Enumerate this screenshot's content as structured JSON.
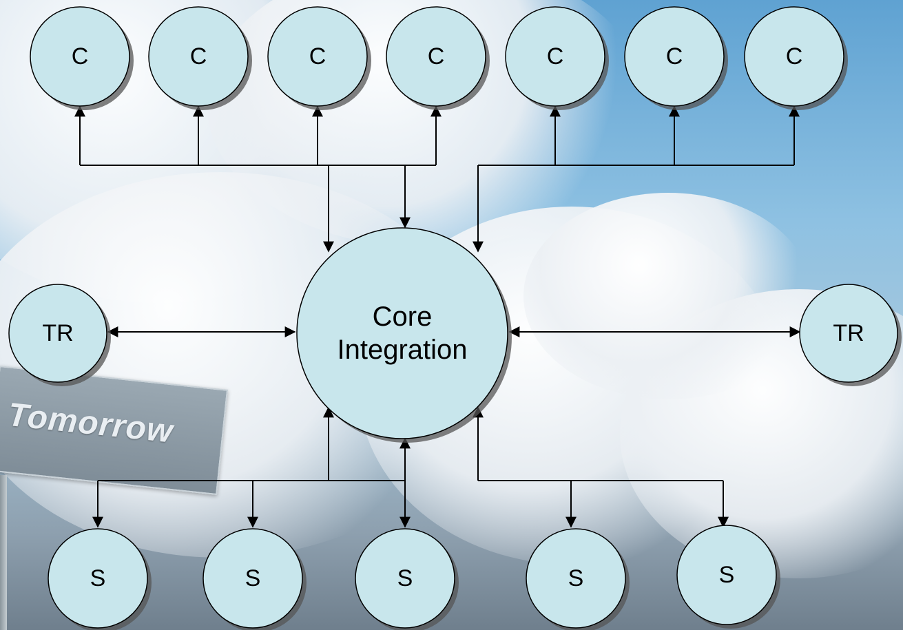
{
  "background": {
    "sign_text": "Tomorrow",
    "sky_color": "#7fb6db"
  },
  "colors": {
    "node_fill": "#c8e6ec",
    "node_stroke": "#000000",
    "node_shadow": "#555555",
    "connector": "#000000"
  },
  "nodes": {
    "consumers": [
      "C",
      "C",
      "C",
      "C",
      "C",
      "C",
      "C"
    ],
    "core": {
      "line1": "Core",
      "line2": "Integration"
    },
    "trading": {
      "left": "TR",
      "right": "TR"
    },
    "suppliers": [
      "S",
      "S",
      "S",
      "S",
      "S"
    ]
  }
}
